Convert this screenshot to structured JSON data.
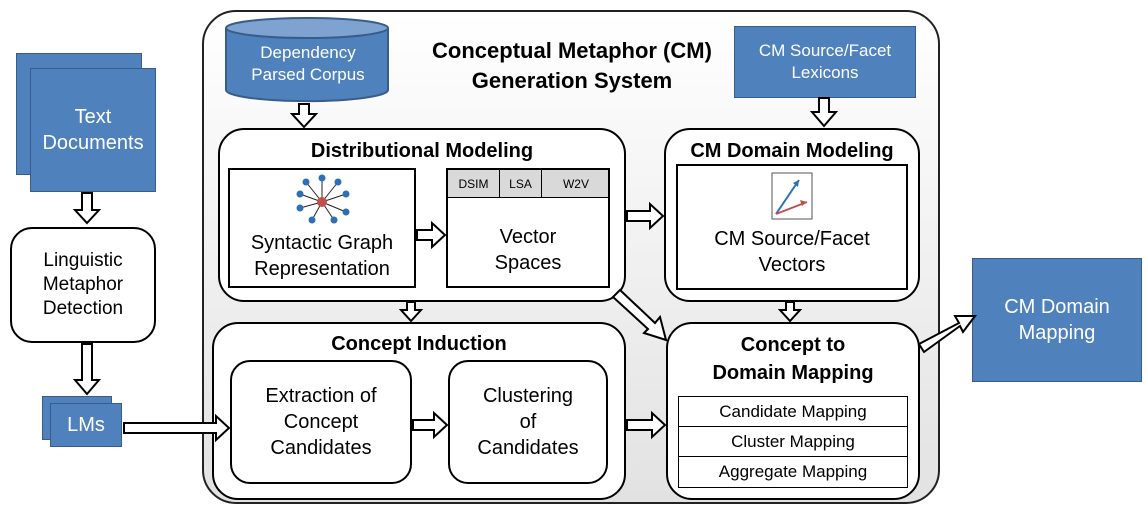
{
  "title": "Conceptual Metaphor (CM) Generation System",
  "inputs": {
    "corpus": "Dependency Parsed Corpus",
    "lexicons": "CM Source/Facet Lexicons",
    "documents": "Text Documents"
  },
  "lm_detection": "Linguistic Metaphor Detection",
  "lms": "LMs",
  "distributional_modeling": {
    "title": "Distributional Modeling",
    "graph": "Syntactic Graph Representation",
    "vectors": "Vector Spaces",
    "tabs": [
      "DSIM",
      "LSA",
      "W2V"
    ]
  },
  "cm_domain_modeling": {
    "title": "CM Domain Modeling",
    "vectors": "CM Source/Facet Vectors"
  },
  "concept_induction": {
    "title": "Concept Induction",
    "extraction": "Extraction of Concept Candidates",
    "clustering": "Clustering of Candidates"
  },
  "concept_to_domain": {
    "title": "Concept to Domain Mapping",
    "rows": [
      "Candidate Mapping",
      "Cluster Mapping",
      "Aggregate Mapping"
    ]
  },
  "output": "CM Domain Mapping",
  "colors": {
    "blue_box": "#4f81bd",
    "blue_border": "#385d8a"
  }
}
